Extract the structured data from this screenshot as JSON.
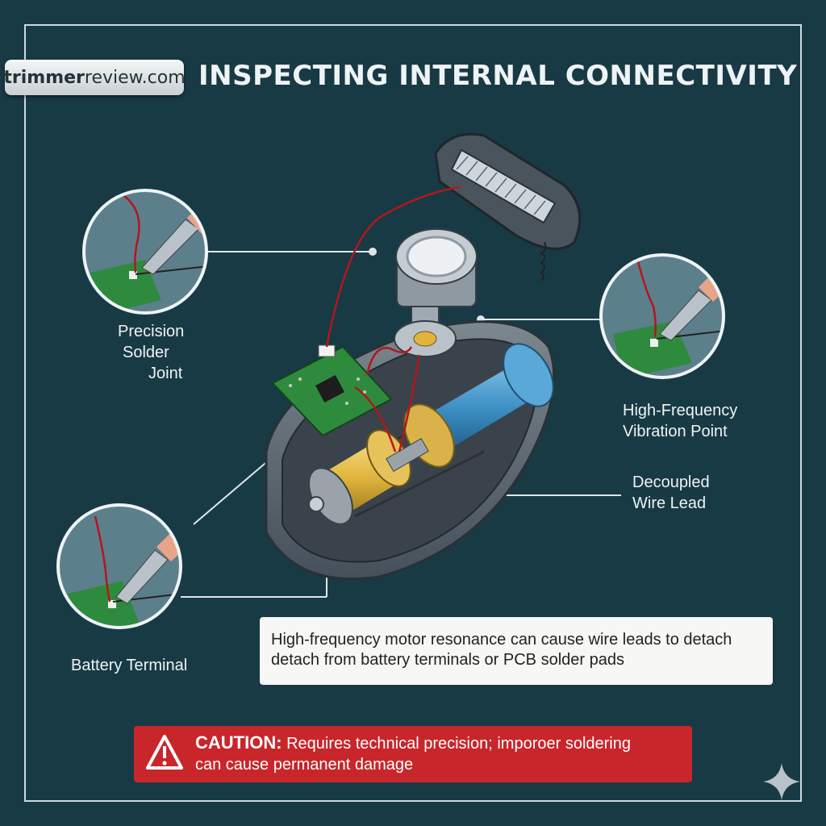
{
  "header": {
    "site_badge_main": "trimmer",
    "site_badge_tail": "review.com",
    "title": "INSPECTING INTERNAL CONNECTIVITY"
  },
  "callouts": {
    "precision_solder": [
      "Precision",
      "Solder",
      "Joint"
    ],
    "vibration_point": [
      "High-Frequency",
      "Vibration Point"
    ],
    "wire_lead": [
      "Decoupled",
      "Wire Lead"
    ],
    "battery_terminal": "Battery Terminal"
  },
  "note": {
    "line1": "High-frequency motor resonance can cause wire leads to detach",
    "line2": "detach from battery terminals or PCB solder pads"
  },
  "caution": {
    "label": "CAUTION:",
    "line1": " Requires technical precision; imporoer soldering",
    "line2": "can cause permanent damage"
  },
  "colors": {
    "background": "#183a44",
    "caution": "#c8262b",
    "wire": "#b3161c",
    "pcb": "#2e8b3e",
    "battery": "#3d8fc4",
    "motor": "#e0b43c"
  },
  "icons": [
    "warning-triangle-icon",
    "sparkle-icon",
    "soldering-iron-icon"
  ]
}
